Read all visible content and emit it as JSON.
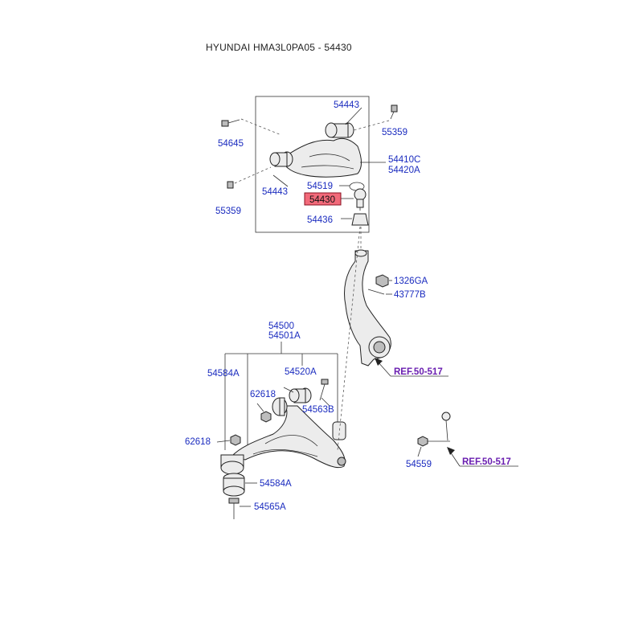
{
  "title": "HYUNDAI HMA3L0PA05 - 54430",
  "labels": {
    "l54443_top": "54443",
    "l55359_right": "55359",
    "l54645": "54645",
    "l54410c": "54410C",
    "l54420a": "54420A",
    "l54443_left": "54443",
    "l54519": "54519",
    "l54430": "54430",
    "l55359_left": "55359",
    "l54436": "54436",
    "l1326ga": "1326GA",
    "l43777b": "43777B",
    "l54500": "54500",
    "l54501a": "54501A",
    "l54584a_top": "54584A",
    "l54520a": "54520A",
    "l62618_mid": "62618",
    "l54563b": "54563B",
    "l62618_left": "62618",
    "l54584a_bottom": "54584A",
    "l54565a": "54565A",
    "l54559": "54559",
    "ref1": "REF.50-517",
    "ref2": "REF.50-517"
  },
  "colors": {
    "label": "#1a2bbf",
    "reference": "#6a1fb0",
    "highlight": "#f26a7a"
  }
}
